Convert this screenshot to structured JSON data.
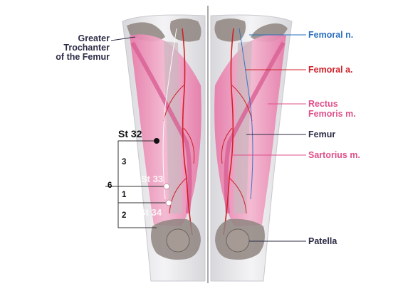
{
  "labels_left": {
    "trochanter_line1": "Greater",
    "trochanter_line2": "Trochanter",
    "trochanter_line3": "of the Femur"
  },
  "labels_right": {
    "femoral_nerve": "Femoral n.",
    "femoral_artery": "Femoral a.",
    "rectus_line1": "Rectus",
    "rectus_line2": "Femoris m.",
    "femur": "Femur",
    "sartorius": "Sartorius m.",
    "patella": "Patella"
  },
  "points": {
    "st32": "St 32",
    "st33": "St 33",
    "st34": "St 34"
  },
  "measure": {
    "upper": "3",
    "total": "6",
    "middle": "1",
    "lower": "2"
  },
  "colors": {
    "nerve": "#2a6fc0",
    "artery": "#d0202a",
    "muscle_label": "#e0508a",
    "bone_label": "#2c2c46",
    "muscle_fill": "#ec8fb8",
    "bone_fill": "#9a8f8a"
  }
}
